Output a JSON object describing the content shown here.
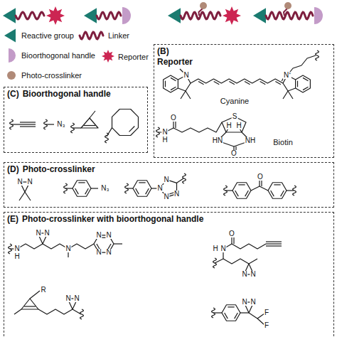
{
  "diagram": {
    "nodes": [
      {
        "text": [
          "(B)",
          "Reporter"
        ]
      },
      {
        "text": [
          "(C)",
          "Bioorthogonal handle"
        ]
      },
      {
        "text": [
          "(D)",
          "Photo-crosslinker"
        ]
      },
      {
        "text": [
          "(E)",
          "Photo-crosslinker with bioorthogonal handle"
        ]
      }
    ],
    "labels": [
      "N",
      "N⁺",
      "Cyanine",
      "O",
      "N",
      "H",
      "S",
      "H",
      "H",
      "HN",
      "NH",
      "O",
      "Biotin",
      "N₃",
      "N",
      "N",
      "N₃",
      "N",
      "N",
      "N",
      "N",
      "O",
      "N",
      "H",
      "N",
      "N",
      "N",
      "N",
      "N",
      "N",
      "N",
      "O",
      "N",
      "H",
      "N",
      "N",
      "R",
      "N",
      "N",
      "N",
      "N",
      "F",
      "F"
    ],
    "legend": [
      {
        "text": "Reactive group"
      },
      {
        "text": "Linker"
      },
      {
        "text": "Bioorthogonal handle"
      },
      {
        "text": "Reporter"
      },
      {
        "text": "Photo-crosslinker"
      }
    ]
  }
}
